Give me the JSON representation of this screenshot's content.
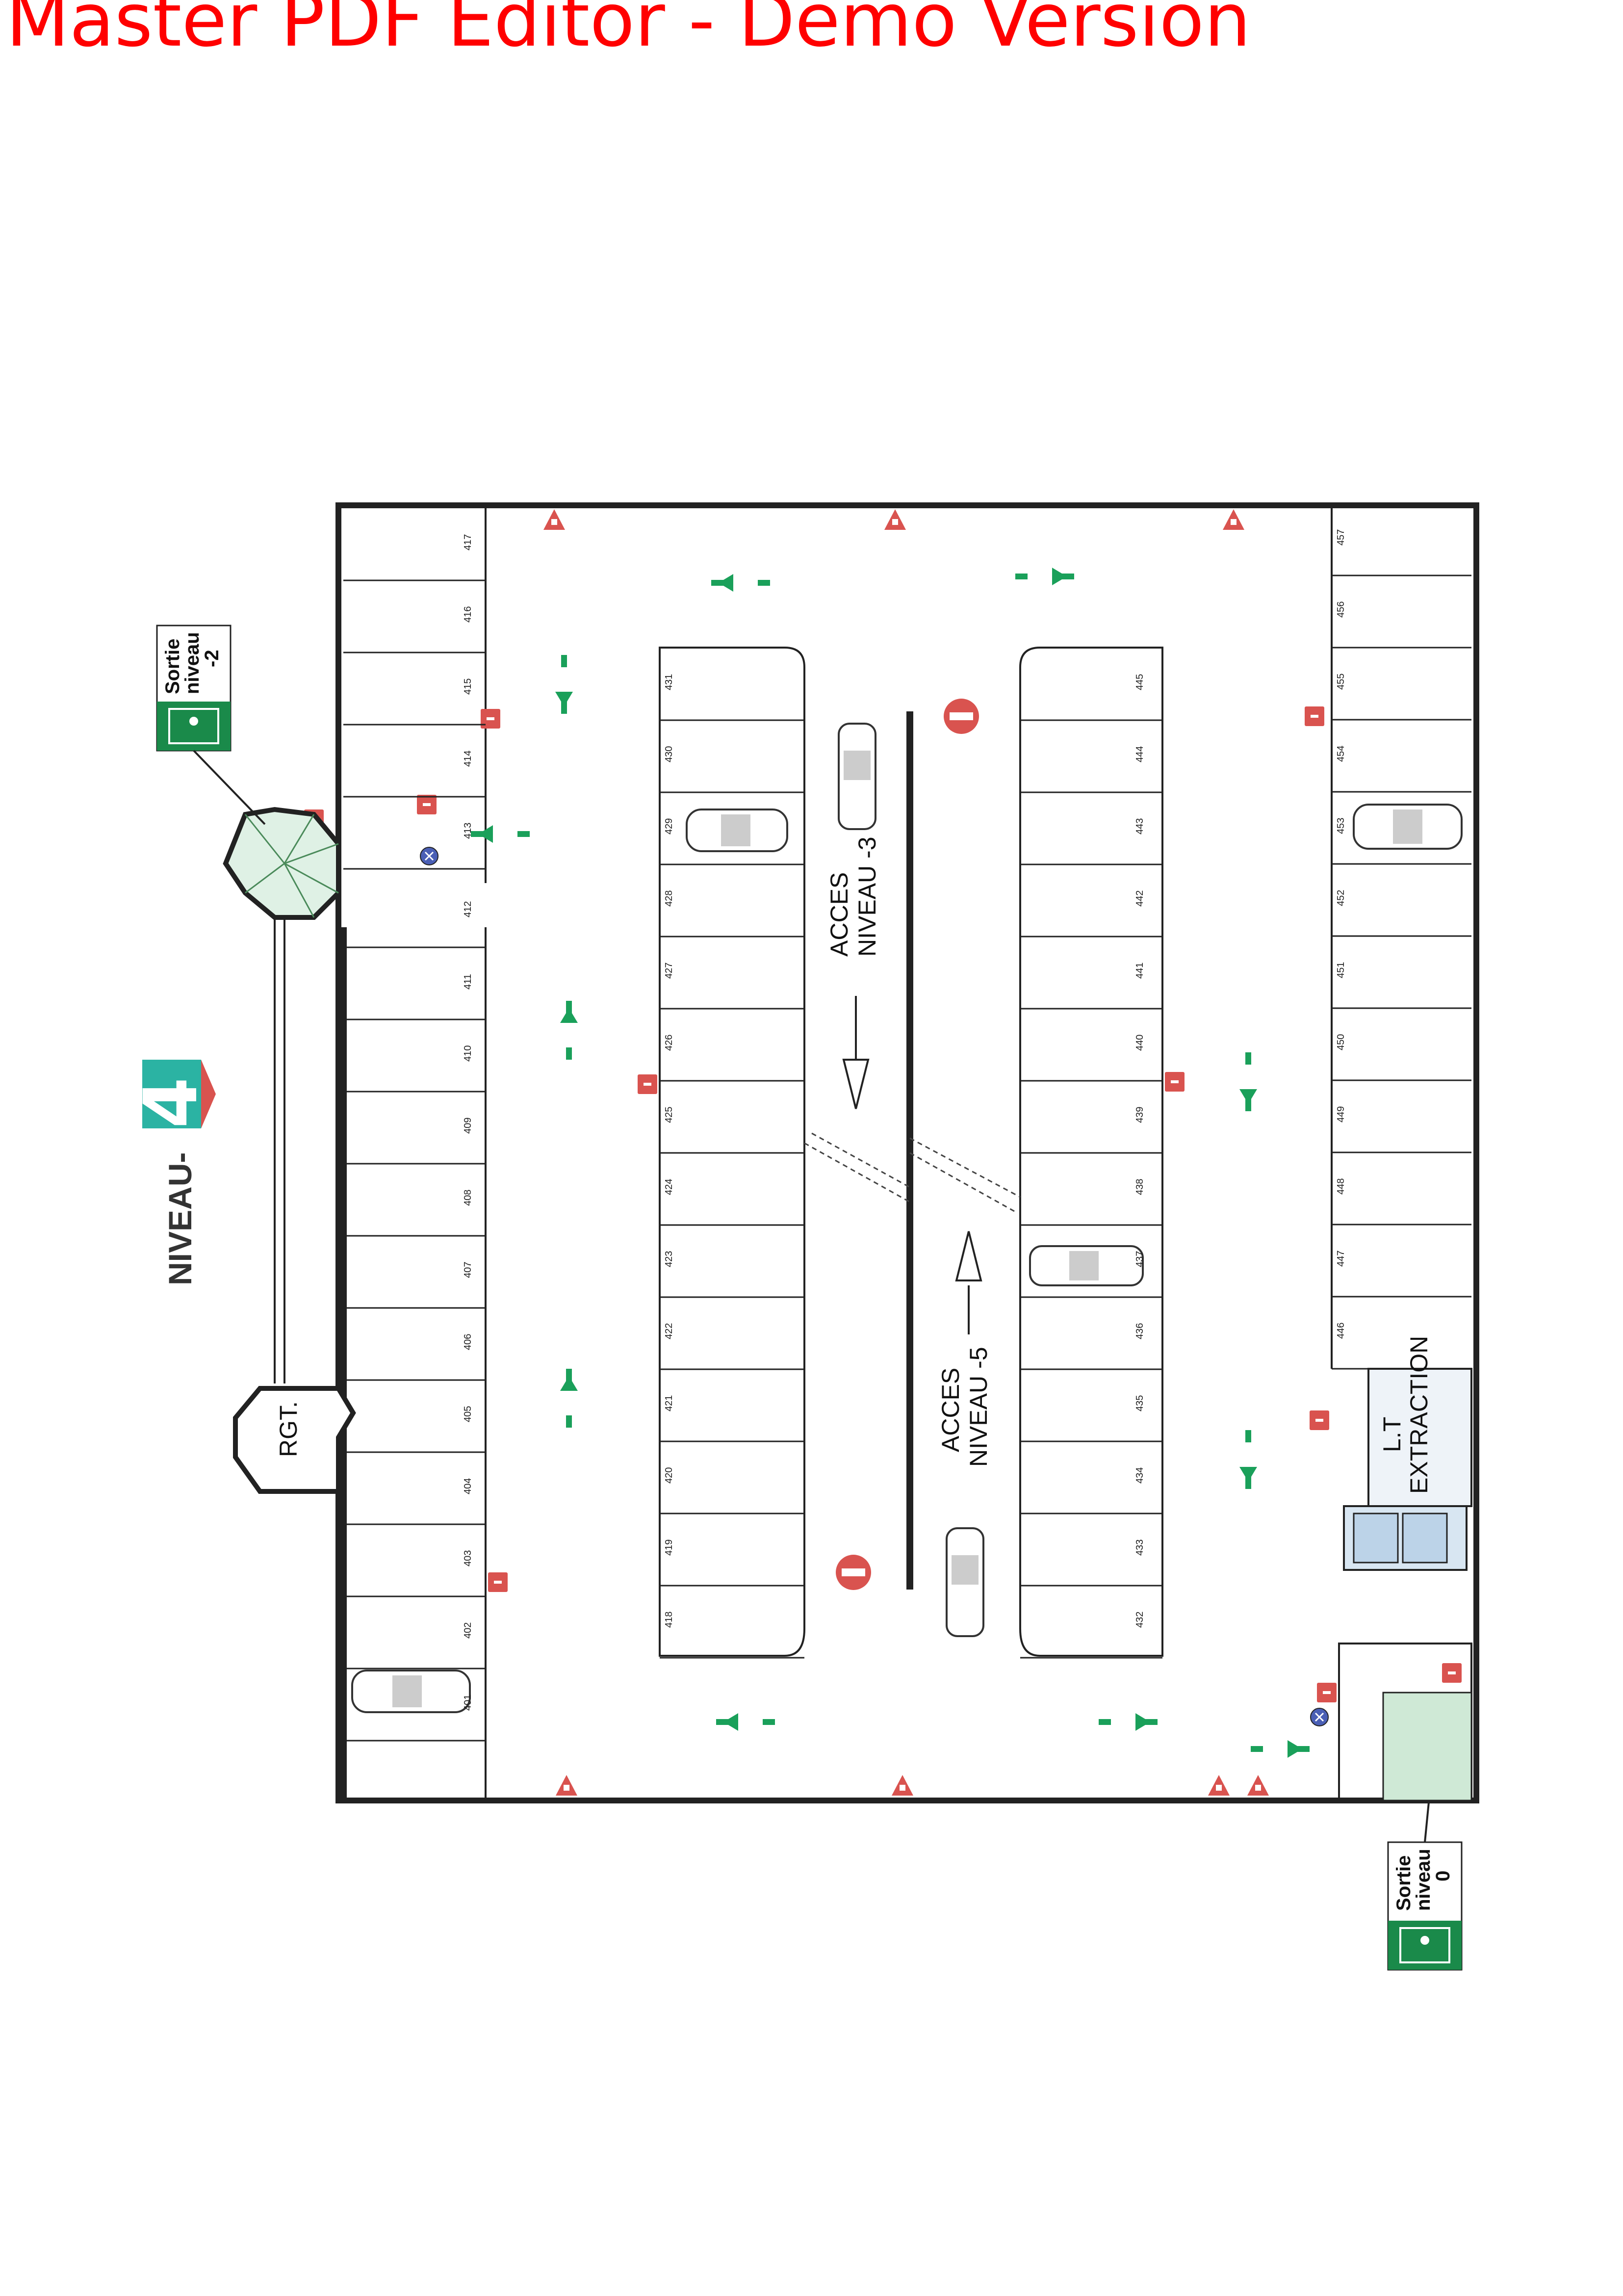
{
  "watermark": "Master PDF Editor - Demo Version",
  "level": {
    "label": "NIVEAU-",
    "number": "4"
  },
  "exits": {
    "top": {
      "line1": "Sortie",
      "line2": "niveau",
      "line3": "-2"
    },
    "bottom": {
      "line1": "Sortie",
      "line2": "niveau",
      "line3": "0"
    }
  },
  "rooms": {
    "rgt": "RGT.",
    "lt": "L.T",
    "extraction": "EXTRACTION"
  },
  "ramps": {
    "up": {
      "line1": "ACCES",
      "line2": "NIVEAU -3"
    },
    "down": {
      "line1": "ACCES",
      "line2": "NIVEAU -5"
    }
  },
  "spots": {
    "left_column": [
      "417",
      "416",
      "415",
      "414",
      "413",
      "412",
      "411",
      "410",
      "409",
      "408",
      "407",
      "406",
      "405",
      "404",
      "403",
      "402",
      "401"
    ],
    "middle_left_column": [
      "431",
      "430",
      "429",
      "428",
      "427",
      "426",
      "425",
      "424",
      "423",
      "422",
      "421",
      "420",
      "419",
      "418"
    ],
    "middle_right_column": [
      "445",
      "444",
      "443",
      "442",
      "441",
      "440",
      "439",
      "438",
      "437",
      "436",
      "435",
      "434",
      "433",
      "432"
    ],
    "right_column": [
      "457",
      "456",
      "455",
      "454",
      "453",
      "452",
      "451",
      "450",
      "449",
      "448",
      "447",
      "446"
    ]
  },
  "colors": {
    "watermark": "#ff0000",
    "wall": "#222222",
    "sign_green": "#1a8a4a",
    "arrow_green": "#1aa05a",
    "alarm_red": "#d9534f",
    "level_teal": "#2bb3a3"
  },
  "icons": [
    "fire-extinguisher-icon",
    "emergency-phone-icon",
    "no-entry-icon",
    "direction-arrow-icon",
    "car-icon",
    "emergency-exit-icon",
    "warning-triangle-icon"
  ]
}
